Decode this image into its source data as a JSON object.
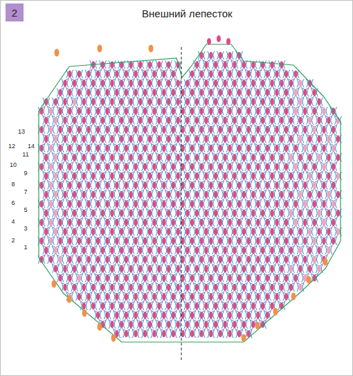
{
  "diagram": {
    "title": "Внешний лепесток",
    "nodes": [
      {
        "text": [
          "2"
        ]
      }
    ],
    "labels": [
      "1",
      "2",
      "3",
      "4",
      "5",
      "6",
      "7",
      "8",
      "9",
      "10",
      "11",
      "12",
      "13",
      "14"
    ]
  }
}
